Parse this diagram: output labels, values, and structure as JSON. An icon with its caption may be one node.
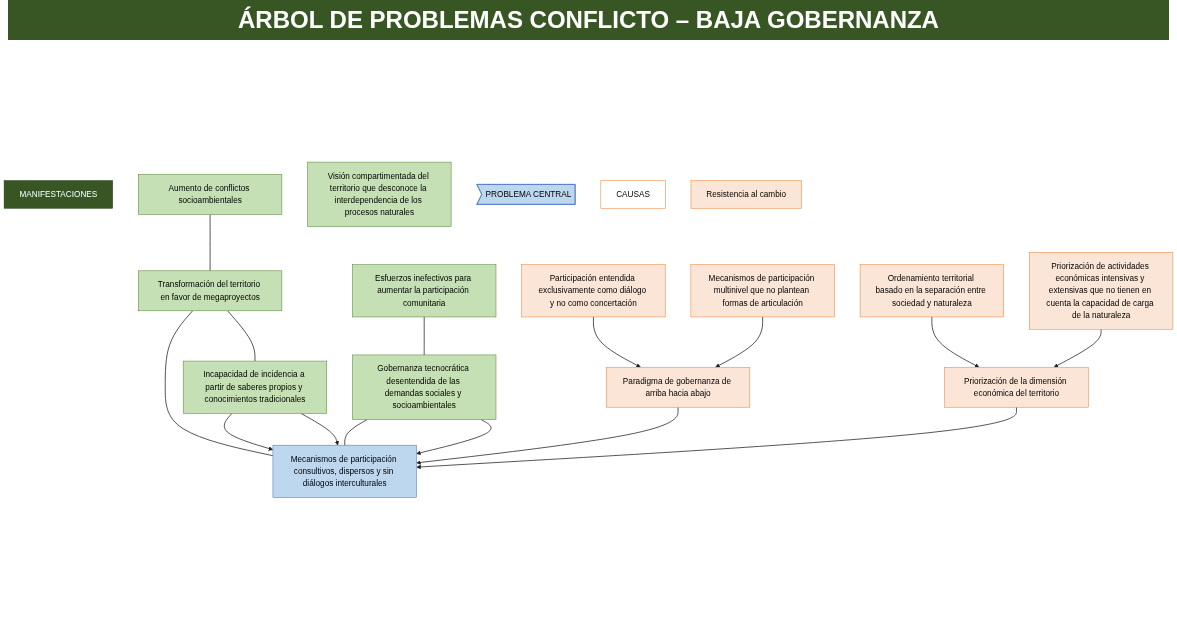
{
  "diagram": {
    "title": "ÁRBOL DE PROBLEMAS CONFLICTO – BAJA GOBERNANZA",
    "nodes": [
      {
        "text": [
          "MANIFESTACIONES"
        ]
      },
      {
        "text": [
          "Aumento de conflictos socioambientales"
        ]
      },
      {
        "text": [
          "Visión compartimentada del territorio que desconoce la interdependencia de los procesos naturales"
        ]
      },
      {
        "text": [
          "Esfuerzos inefectivos para aumentar la participación comunitaria"
        ]
      },
      {
        "text": [
          "Transformación del territorio en favor de megaproyectos"
        ]
      },
      {
        "text": [
          "Incapacidad de incidencia a partir de saberes propios y conocimientos tradicionales"
        ]
      },
      {
        "text": [
          "Gobernanza tecnocrática desentendida de las demandas sociales y socioambientales"
        ]
      },
      {
        "text": [
          "Mecanismos de participación consultivos, dispersos y sin diálogos interculturales"
        ]
      },
      {
        "text": [
          "PROBLEMA CENTRAL"
        ]
      },
      {
        "text": [
          "CAUSAS"
        ]
      },
      {
        "text": [
          "Paradigma de gobernanza de arriba hacia abajo"
        ]
      },
      {
        "text": [
          "Priorización de la dimensión económica del territorio"
        ]
      },
      {
        "text": [
          "Participación entendida exclusivamente como diálogo y no como concertación"
        ]
      },
      {
        "text": [
          "Resistencia al cambio"
        ]
      },
      {
        "text": [
          "Mecanismos de participación multinivel que no plantean formas de articulación"
        ]
      },
      {
        "text": [
          "Ordenamiento territorial basado en la separación entre sociedad y naturaleza"
        ]
      },
      {
        "text": [
          "Priorización de actividades económicas intensivas y extensivas que no tienen en cuenta la capacidad de carga de la naturaleza"
        ]
      }
    ],
    "edges": [
      {
        "from": 1,
        "to": 4,
        "arrow": "none"
      },
      {
        "from": 4,
        "to": 5,
        "arrow": "none"
      },
      {
        "from": 4,
        "to": 7,
        "arrow": "none"
      },
      {
        "from": 5,
        "to": 7,
        "arrow": "to"
      },
      {
        "from": 5,
        "to": 7,
        "arrow": "to"
      },
      {
        "from": 3,
        "to": 6,
        "arrow": "none"
      },
      {
        "from": 6,
        "to": 7,
        "arrow": "none"
      },
      {
        "from": 6,
        "to": 7,
        "arrow": "to"
      },
      {
        "from": 12,
        "to": 10,
        "arrow": "to"
      },
      {
        "from": 14,
        "to": 10,
        "arrow": "to"
      },
      {
        "from": 15,
        "to": 11,
        "arrow": "to"
      },
      {
        "from": 16,
        "to": 11,
        "arrow": "to"
      },
      {
        "from": 10,
        "to": 7,
        "arrow": "to"
      },
      {
        "from": 11,
        "to": 7,
        "arrow": "to"
      }
    ]
  }
}
